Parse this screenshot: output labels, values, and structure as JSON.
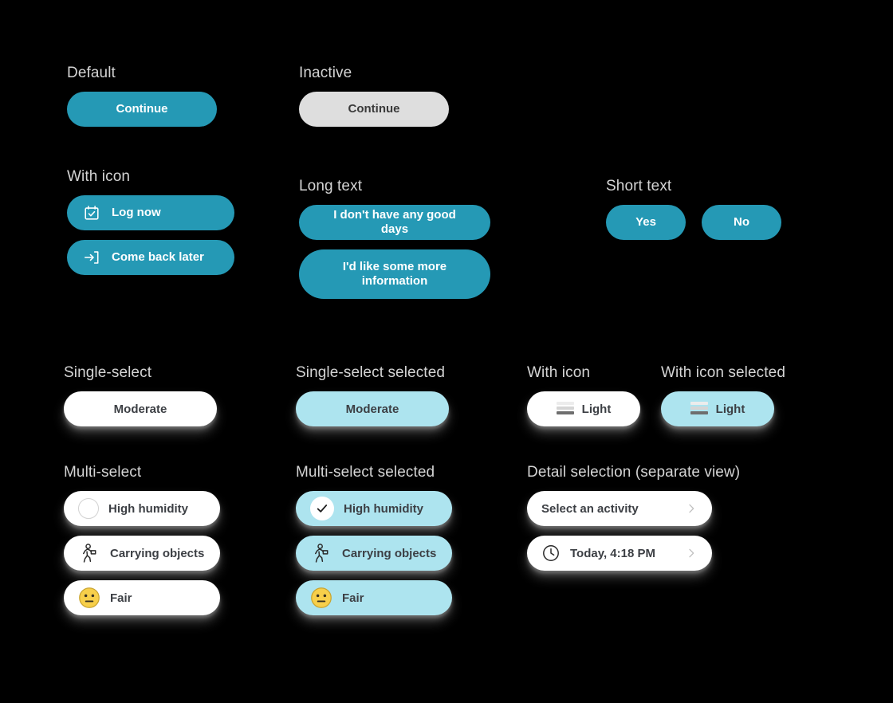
{
  "groups": {
    "default": {
      "label": "Default",
      "button": "Continue"
    },
    "inactive": {
      "label": "Inactive",
      "button": "Continue"
    },
    "with_icon_buttons": {
      "label": "With icon",
      "items": [
        {
          "text": "Log now",
          "icon": "calendar-check-icon"
        },
        {
          "text": "Come back later",
          "icon": "arrow-into-box-icon"
        }
      ]
    },
    "long_text": {
      "label": "Long text",
      "items": [
        {
          "text": "I don't have any good days"
        },
        {
          "text": "I'd like some more information"
        }
      ]
    },
    "short_text": {
      "label": "Short text",
      "items": [
        {
          "text": "Yes"
        },
        {
          "text": "No"
        }
      ]
    },
    "single_select": {
      "label": "Single-select",
      "option": "Moderate"
    },
    "single_select_selected": {
      "label": "Single-select selected",
      "option": "Moderate"
    },
    "with_icon_chip": {
      "label": "With icon",
      "option": "Light",
      "icon": "brightness-bars-icon"
    },
    "with_icon_chip_selected": {
      "label": "With icon selected",
      "option": "Light",
      "icon": "brightness-bars-icon"
    },
    "multi_select": {
      "label": "Multi-select",
      "items": [
        {
          "text": "High humidity",
          "icon": "empty-circle-icon"
        },
        {
          "text": "Carrying objects",
          "icon": "person-carrying-objects-icon"
        },
        {
          "text": "Fair",
          "icon": "neutral-face-emoji"
        }
      ]
    },
    "multi_select_selected": {
      "label": "Multi-select selected",
      "items": [
        {
          "text": "High humidity",
          "icon": "checked-circle-icon"
        },
        {
          "text": "Carrying objects",
          "icon": "person-carrying-objects-icon"
        },
        {
          "text": "Fair",
          "icon": "neutral-face-emoji"
        }
      ]
    },
    "detail_selection": {
      "label": "Detail selection (separate view)",
      "items": [
        {
          "text": "Select an activity",
          "icon": null,
          "chevron": "chevron-right-icon"
        },
        {
          "text": "Today, 4:18 PM",
          "icon": "clock-icon",
          "chevron": "chevron-right-icon"
        }
      ]
    }
  },
  "colors": {
    "background": "#000000",
    "primary": "#2599b5",
    "primary_text": "#ffffff",
    "inactive": "#dedede",
    "inactive_text": "#3a3a3a",
    "selected_chip": "#ade4ef",
    "chip_background": "#ffffff",
    "chip_text": "#3c3f44",
    "group_label": "#d4d4d4",
    "emoji_yellow": "#f7cf4a",
    "chevron": "#bfbfbf"
  }
}
